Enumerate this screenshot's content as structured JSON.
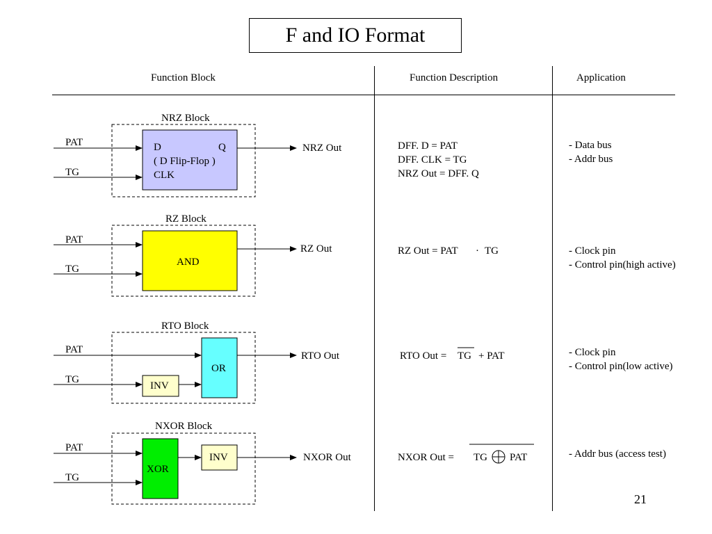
{
  "title": "F and IO Format",
  "columns": {
    "block": "Function Block",
    "description": "Function Description",
    "application": "Application"
  },
  "rows": [
    {
      "block_name": "NRZ Block",
      "in1": "PAT",
      "in2": "TG",
      "output": "NRZ  Out",
      "gate": {
        "d": "D",
        "q": "Q",
        "name": "( D Flip-Flop )",
        "clk": "CLK"
      },
      "description": [
        "DFF. D = PAT",
        "DFF. CLK = TG",
        "NRZ Out = DFF. Q"
      ],
      "application": [
        "- Data bus",
        "- Addr bus"
      ],
      "color": "#c8c8ff"
    },
    {
      "block_name": "RZ Block",
      "in1": "PAT",
      "in2": "TG",
      "output": "RZ  Out",
      "gate_label": "AND",
      "description_parts": [
        "RZ Out = PAT",
        "·",
        "TG"
      ],
      "application": [
        "- Clock pin",
        "- Control pin(high active)"
      ],
      "color": "#ffff00"
    },
    {
      "block_name": "RTO Block",
      "in1": "PAT",
      "in2": "TG",
      "output": "RTO  Out",
      "gate_label": "OR",
      "inv_label": "INV",
      "description_parts": [
        "RTO Out =",
        "TG",
        "+  PAT"
      ],
      "application": [
        "- Clock pin",
        "- Control pin(low active)"
      ],
      "color": "#66ffff",
      "inv_color": "#ffffcc"
    },
    {
      "block_name": "NXOR Block",
      "in1": "PAT",
      "in2": "TG",
      "output": "NXOR  Out",
      "gate_label": "XOR",
      "inv_label": "INV",
      "description_parts": [
        "NXOR Out  =",
        "TG",
        "PAT"
      ],
      "application": [
        "- Addr bus (access  test)"
      ],
      "color": "#00ee00",
      "inv_color": "#ffffcc"
    }
  ],
  "page_number": "21"
}
